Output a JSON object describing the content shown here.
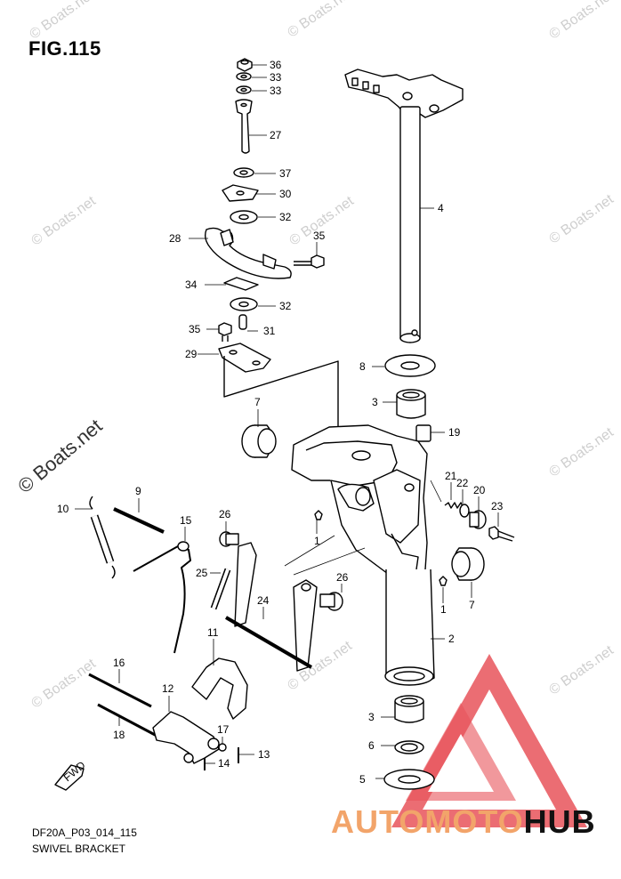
{
  "figure": {
    "title": "FIG.115",
    "code": "DF20A_P03_014_115",
    "caption": "SWIVEL BRACKET"
  },
  "watermark": {
    "text": "© Boats.net",
    "large_text": "© Boats.net"
  },
  "brand": {
    "part1": "AUTOMOTO",
    "part2": "HUB",
    "color_accent": "#f2a46a",
    "color_triangle": "#e8545a"
  },
  "fwd_arrow": "FWD",
  "callouts": [
    {
      "id": "c36",
      "label": "36"
    },
    {
      "id": "c33a",
      "label": "33"
    },
    {
      "id": "c33b",
      "label": "33"
    },
    {
      "id": "c27",
      "label": "27"
    },
    {
      "id": "c37",
      "label": "37"
    },
    {
      "id": "c30",
      "label": "30"
    },
    {
      "id": "c32a",
      "label": "32"
    },
    {
      "id": "c28",
      "label": "28"
    },
    {
      "id": "c35a",
      "label": "35"
    },
    {
      "id": "c34",
      "label": "34"
    },
    {
      "id": "c32b",
      "label": "32"
    },
    {
      "id": "c35b",
      "label": "35"
    },
    {
      "id": "c31",
      "label": "31"
    },
    {
      "id": "c29",
      "label": "29"
    },
    {
      "id": "c4",
      "label": "4"
    },
    {
      "id": "c8",
      "label": "8"
    },
    {
      "id": "c3a",
      "label": "3"
    },
    {
      "id": "c19",
      "label": "19"
    },
    {
      "id": "c7a",
      "label": "7"
    },
    {
      "id": "c9",
      "label": "9"
    },
    {
      "id": "c10",
      "label": "10"
    },
    {
      "id": "c15",
      "label": "15"
    },
    {
      "id": "c26a",
      "label": "26"
    },
    {
      "id": "c21",
      "label": "21"
    },
    {
      "id": "c22",
      "label": "22"
    },
    {
      "id": "c20",
      "label": "20"
    },
    {
      "id": "c23",
      "label": "23"
    },
    {
      "id": "c1a",
      "label": "1"
    },
    {
      "id": "c25",
      "label": "25"
    },
    {
      "id": "c26b",
      "label": "26"
    },
    {
      "id": "c7b",
      "label": "7"
    },
    {
      "id": "c1b",
      "label": "1"
    },
    {
      "id": "c24",
      "label": "24"
    },
    {
      "id": "c11",
      "label": "11"
    },
    {
      "id": "c2",
      "label": "2"
    },
    {
      "id": "c16",
      "label": "16"
    },
    {
      "id": "c12",
      "label": "12"
    },
    {
      "id": "c18",
      "label": "18"
    },
    {
      "id": "c17",
      "label": "17"
    },
    {
      "id": "c13",
      "label": "13"
    },
    {
      "id": "c14",
      "label": "14"
    },
    {
      "id": "c3b",
      "label": "3"
    },
    {
      "id": "c6",
      "label": "6"
    },
    {
      "id": "c5",
      "label": "5"
    }
  ]
}
